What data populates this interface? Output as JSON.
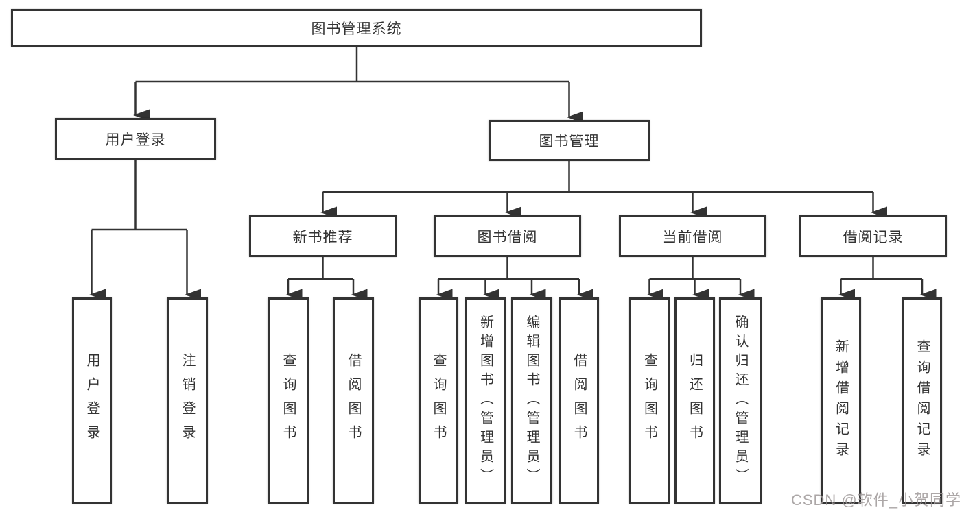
{
  "diagram": {
    "nodes": {
      "root": {
        "label": "图书管理系统"
      },
      "user_login": {
        "label": "用户登录"
      },
      "book_mgmt": {
        "label": "图书管理"
      },
      "new_book_rec": {
        "label": "新书推荐"
      },
      "book_borrow": {
        "label": "图书借阅"
      },
      "current_borrow": {
        "label": "当前借阅"
      },
      "borrow_record": {
        "label": "借阅记录"
      },
      "leaf_user_login": {
        "label": "用户登录"
      },
      "leaf_logout": {
        "label": "注销登录"
      },
      "leaf_query_book_1": {
        "label": "查询图书"
      },
      "leaf_borrow_book_1": {
        "label": "借阅图书"
      },
      "leaf_query_book_2": {
        "label": "查询图书"
      },
      "leaf_add_book": {
        "label": "新增图书（管理员）"
      },
      "leaf_edit_book": {
        "label": "编辑图书（管理员）"
      },
      "leaf_borrow_book_2": {
        "label": "借阅图书"
      },
      "leaf_query_book_3": {
        "label": "查询图书"
      },
      "leaf_return_book": {
        "label": "归还图书"
      },
      "leaf_confirm_return": {
        "label": "确认归还（管理员）"
      },
      "leaf_add_record": {
        "label": "新增借阅记录"
      },
      "leaf_query_record": {
        "label": "查询借阅记录"
      }
    },
    "colors": {
      "line": "#333333",
      "text": "#333333",
      "background": "#ffffff"
    }
  },
  "watermark": {
    "text": "CSDN @软件_小贺同学"
  }
}
